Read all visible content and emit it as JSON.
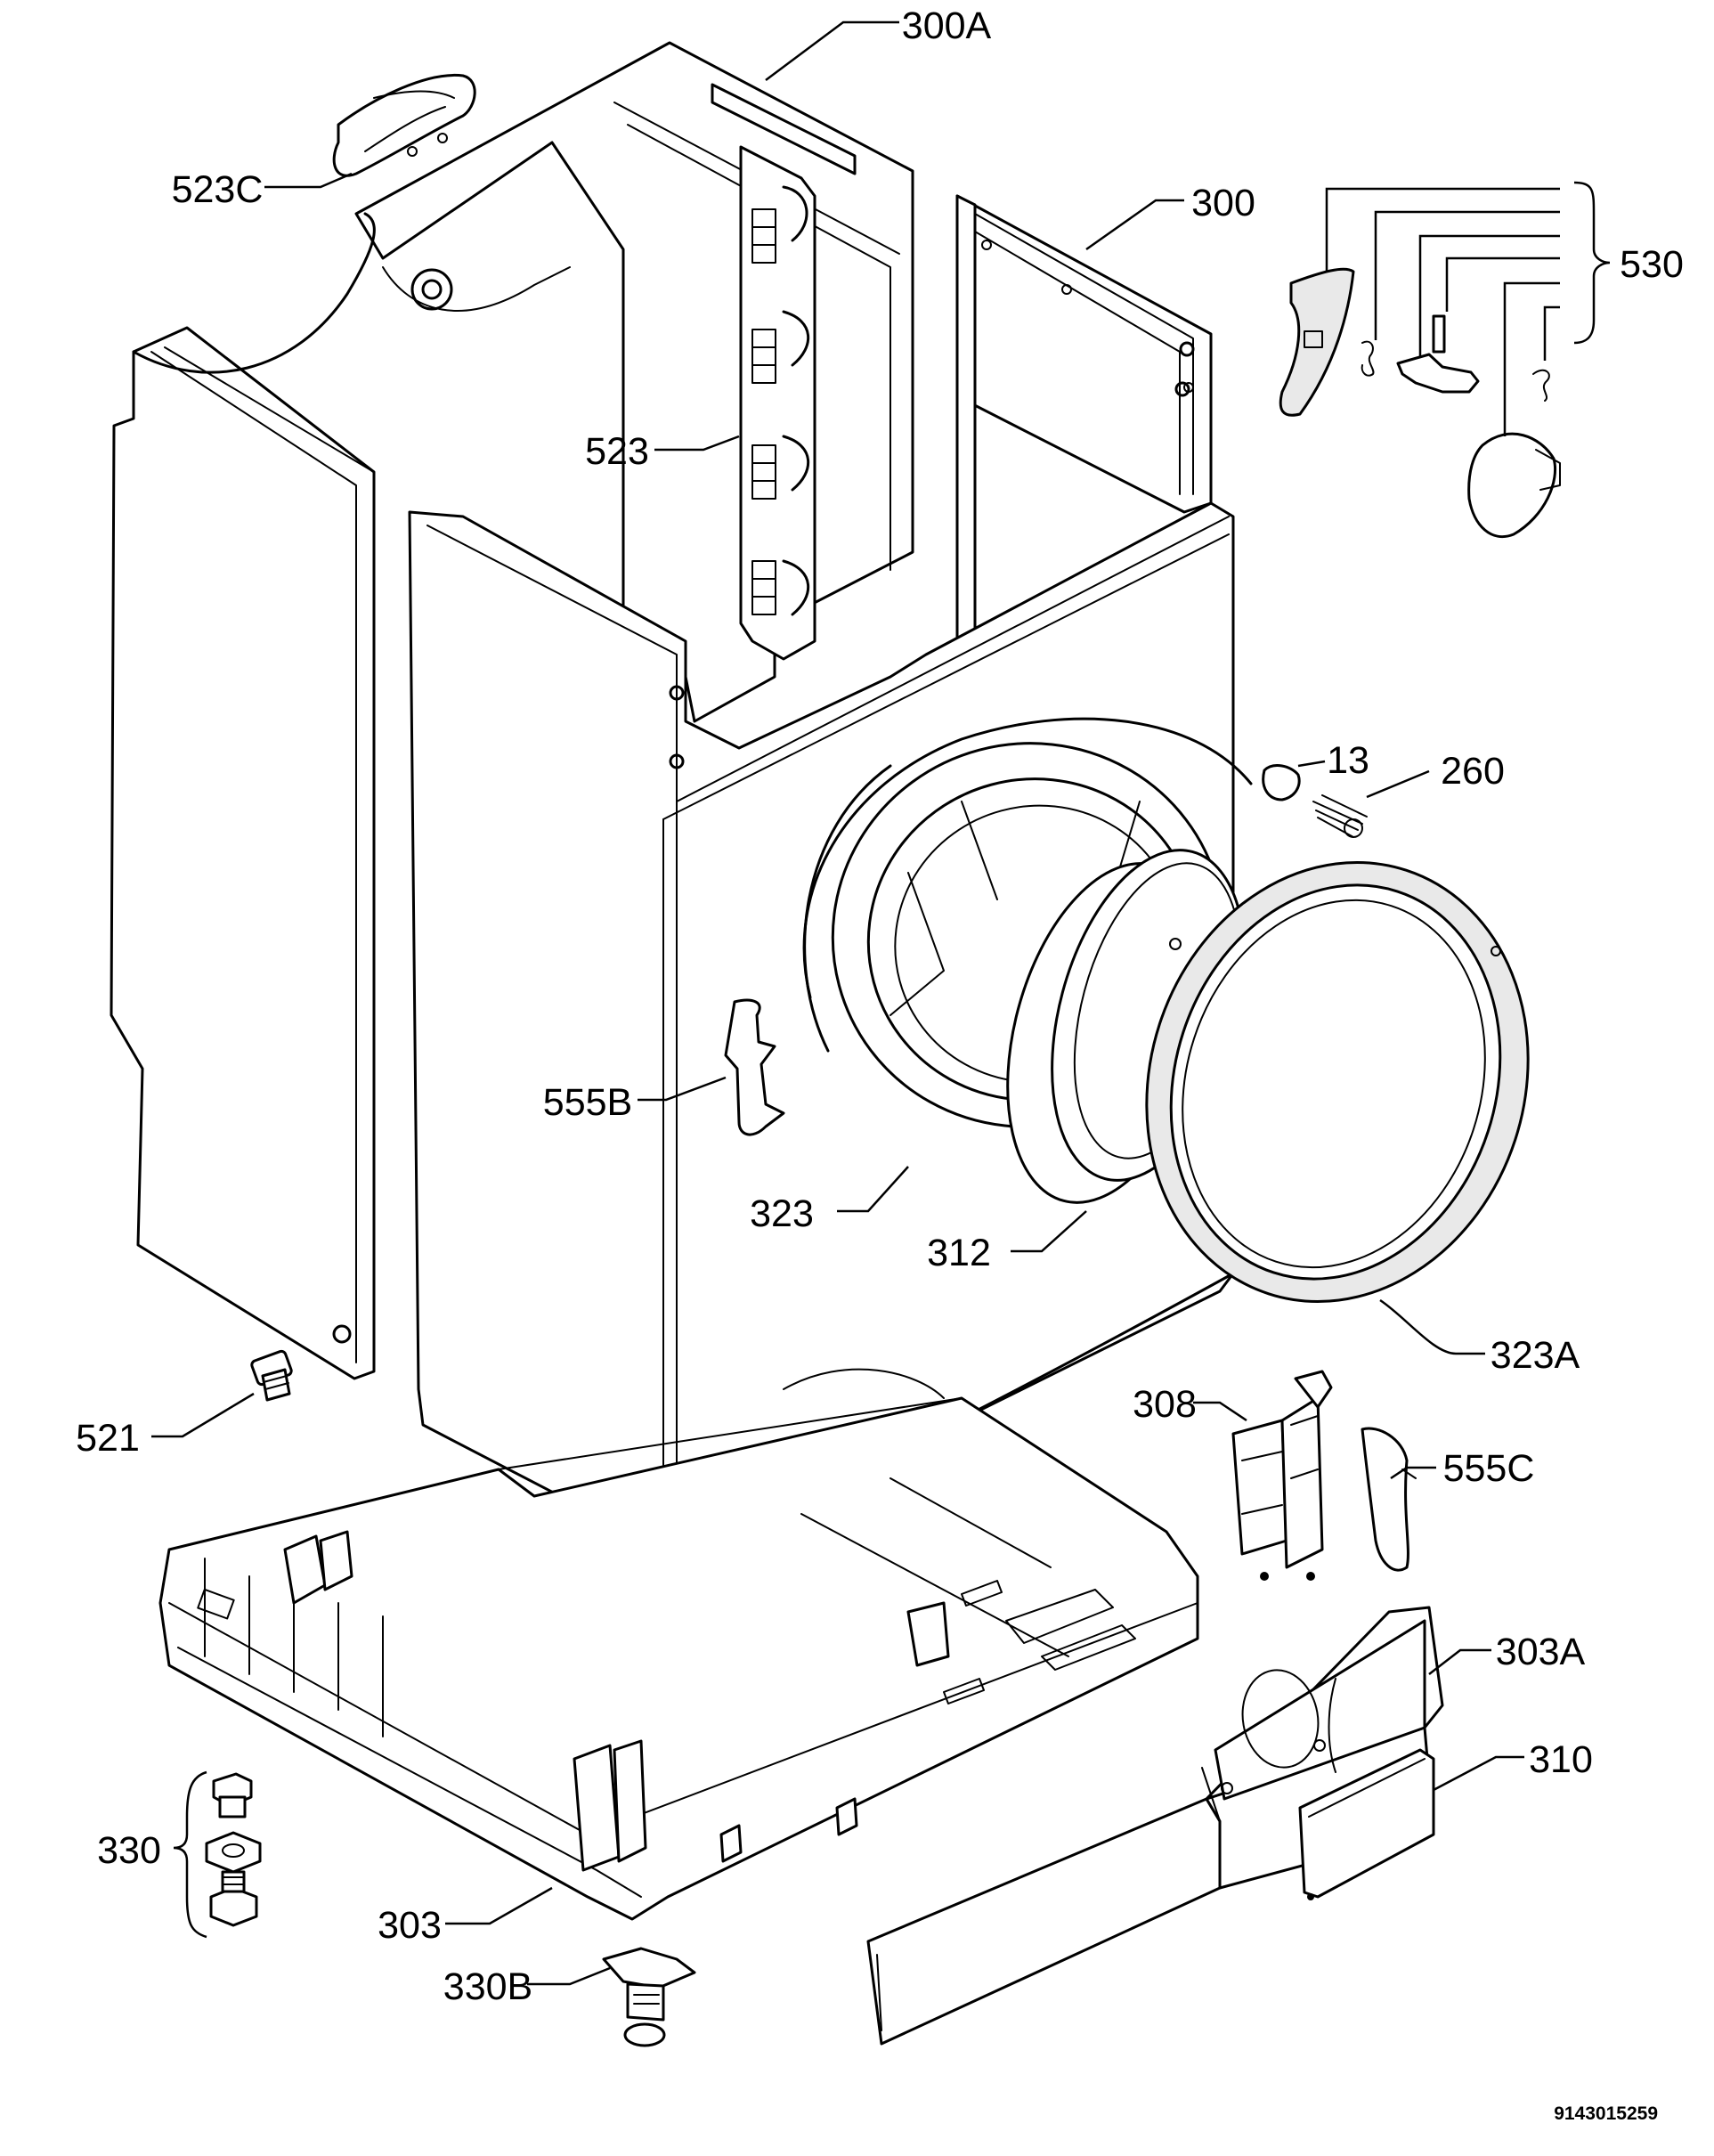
{
  "diagram": {
    "labels": {
      "l300A": "300A",
      "l300": "300",
      "l523C": "523C",
      "l530": "530",
      "l523": "523",
      "l13": "13",
      "l260": "260",
      "l555B": "555B",
      "l323": "323",
      "l312": "312",
      "l323A": "323A",
      "l521": "521",
      "l308": "308",
      "l555C": "555C",
      "l303A": "303A",
      "l310": "310",
      "l330": "330",
      "l303": "303",
      "l330B": "330B"
    },
    "document_id": "9143015259"
  }
}
